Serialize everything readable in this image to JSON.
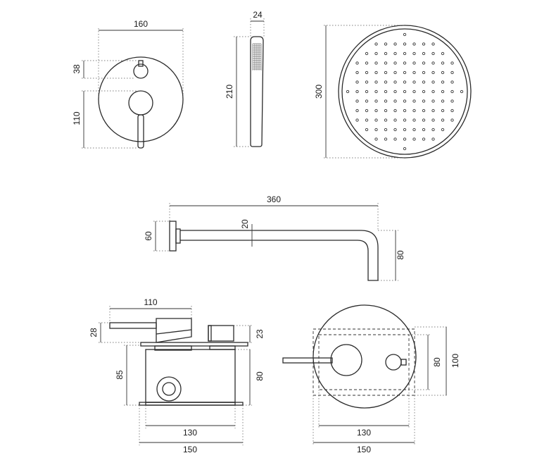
{
  "dimensions": {
    "mixer_width": "160",
    "mixer_knob_offset": "38",
    "mixer_lever_height": "110",
    "hand_shower_width": "24",
    "hand_shower_length": "210",
    "head_diameter": "300",
    "arm_length": "360",
    "arm_tube": "20",
    "arm_flange": "60",
    "arm_drop": "80",
    "box_lever_length": "110",
    "box_lever_height": "28",
    "box_knob_height": "23",
    "box_depth": "85",
    "box_height": "80",
    "box_inner_width": "130",
    "box_outer_width": "150",
    "front_height_80": "80",
    "front_height_100": "100",
    "front_width_130": "130",
    "front_width_150": "150"
  }
}
